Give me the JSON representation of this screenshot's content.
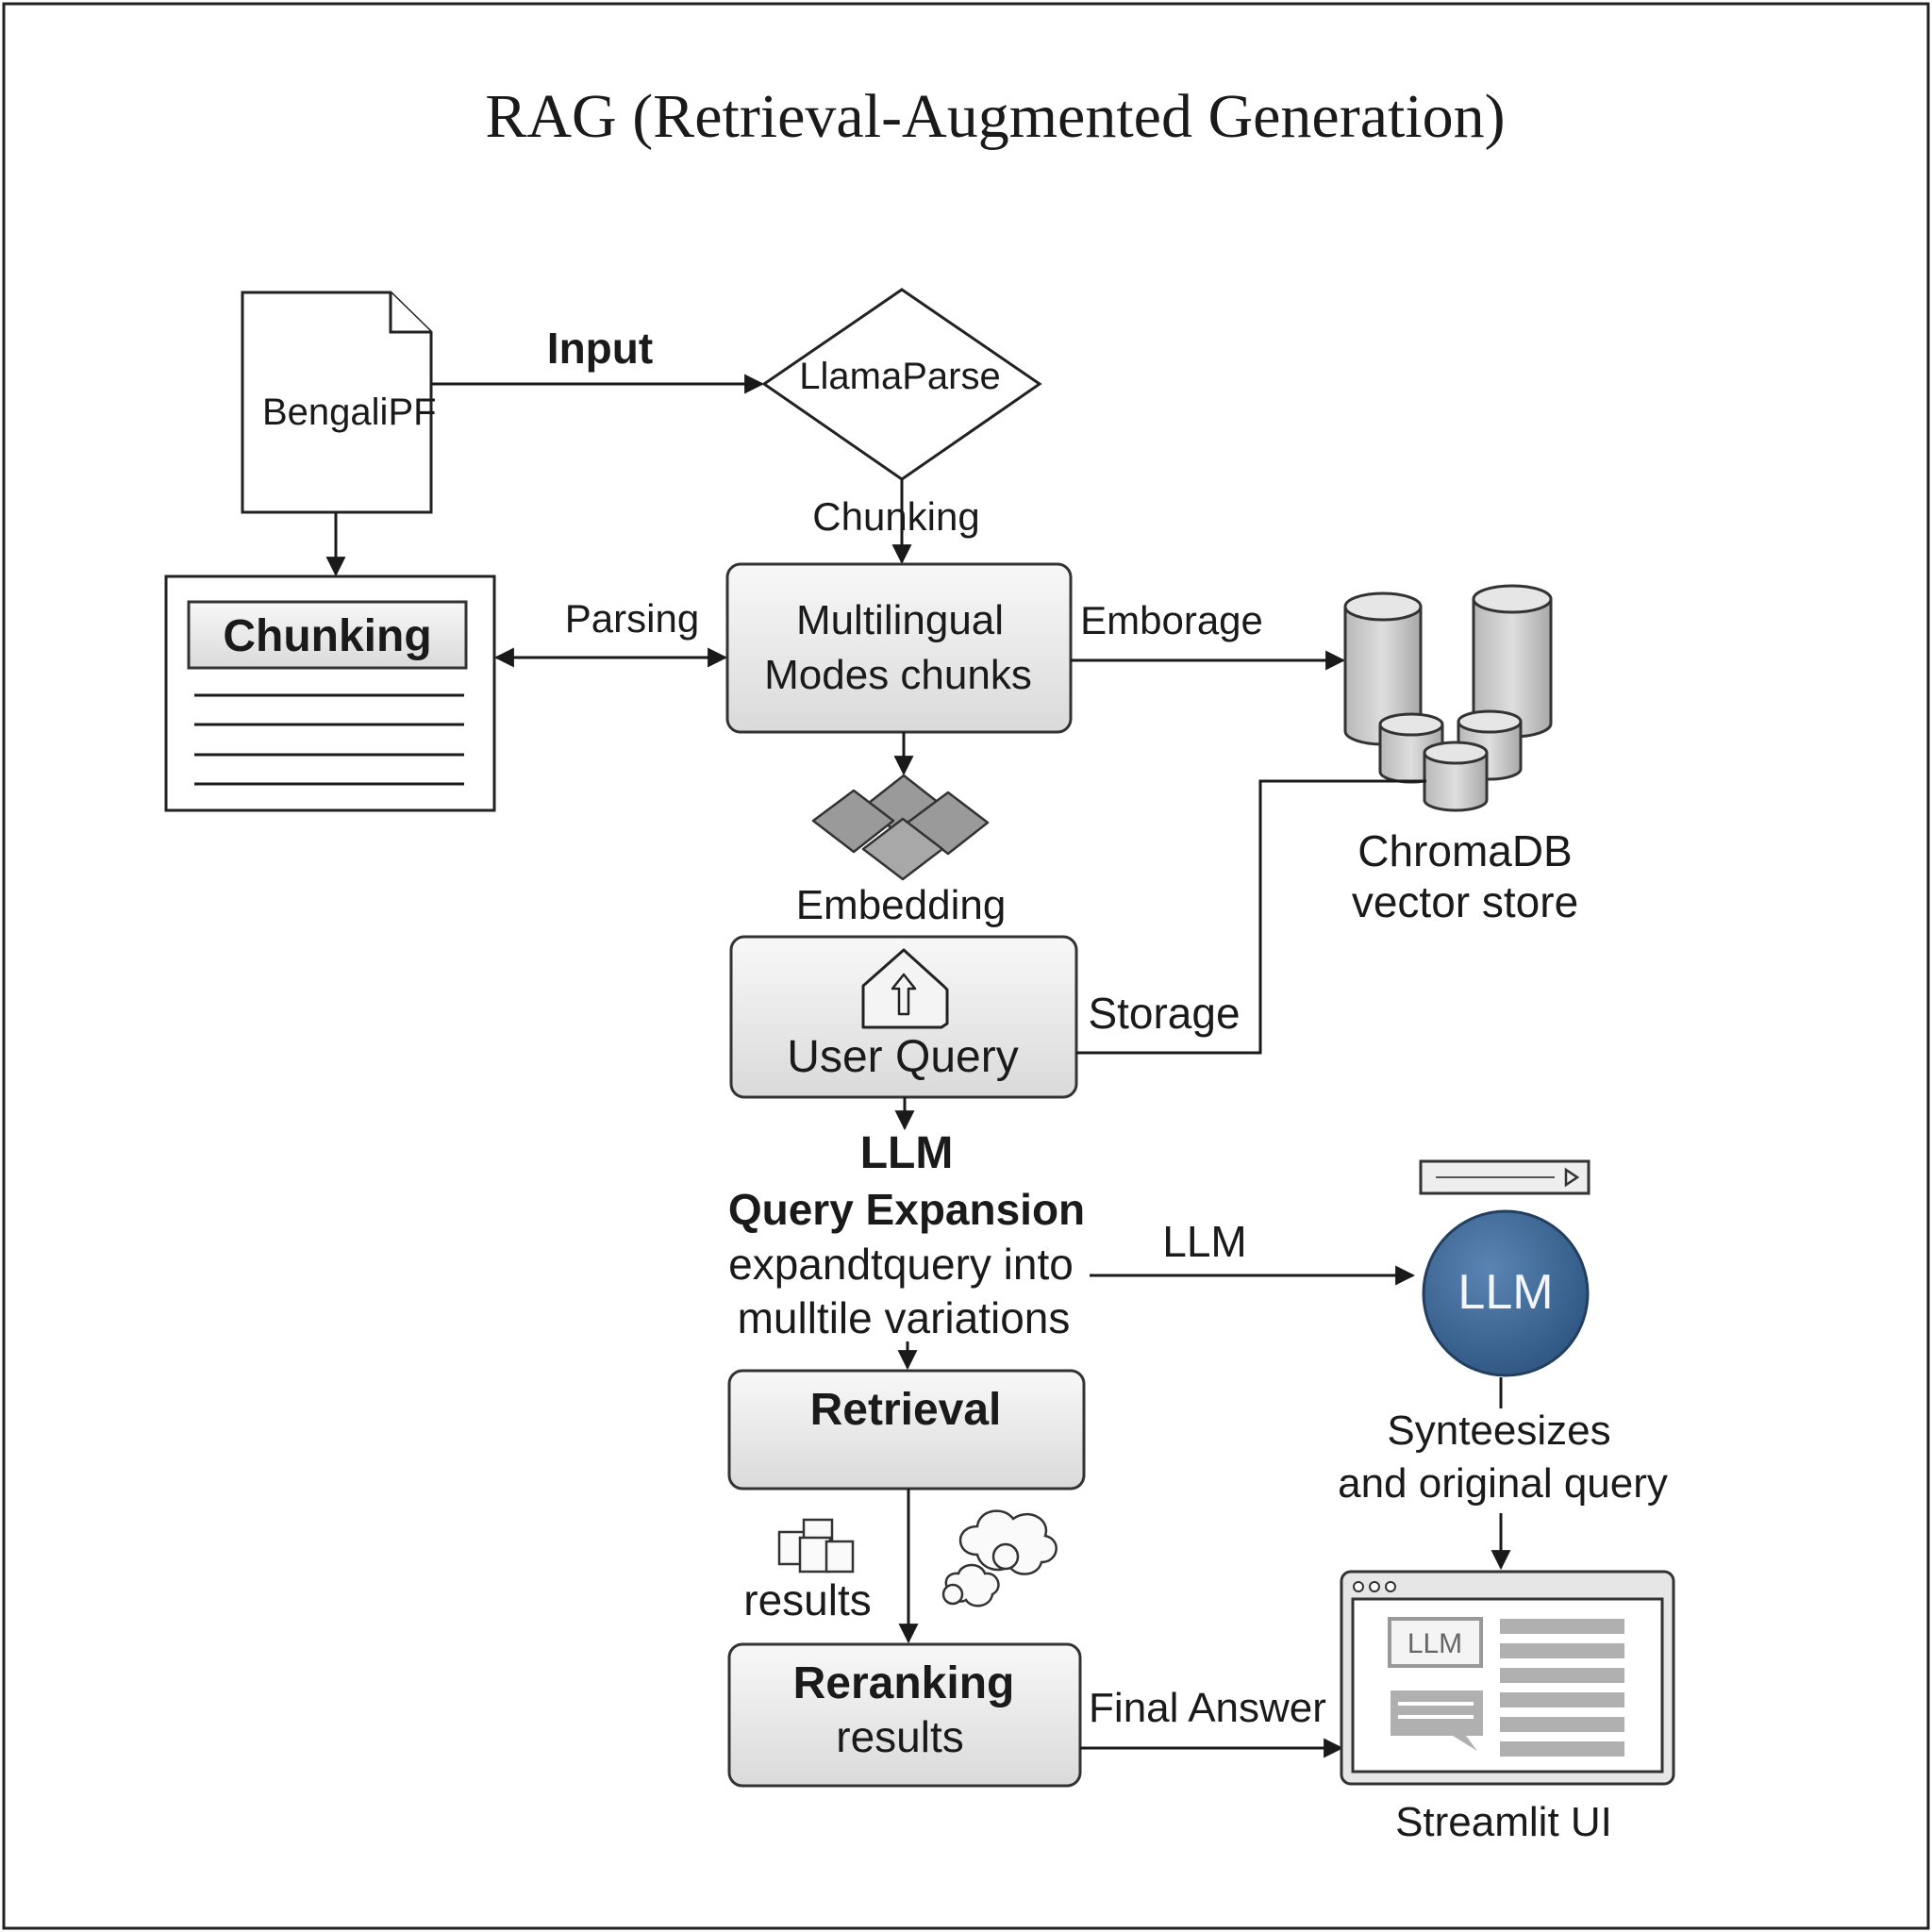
{
  "title": "RAG (Retrieval-Augmented Generation)",
  "nodes": {
    "pdf_label": "BengaliPF",
    "llamaparse": "LlamaParse",
    "chunking_doc_header": "Chunking",
    "multilingual_line1": "Multilingual",
    "multilingual_line2": "Modes chunks",
    "embedding": "Embedding",
    "chromadb_line1": "ChromaDB",
    "chromadb_line2": "vector store",
    "user_query": "User Query",
    "llm_heading": "LLM",
    "query_expansion": "Query Expansion",
    "expand_line1": "expandtquery into",
    "expand_line2": "mulltile variations",
    "retrieval": "Retrieval",
    "results": "results",
    "reranking_line1": "Reranking",
    "reranking_line2": "results",
    "llm_circle": "LLM",
    "synth_line1": "Synteesizes",
    "synth_line2": "and original query",
    "streamlit_label": "Streamlit UI",
    "streamlit_llm_badge": "LLM"
  },
  "edges": {
    "input": "Input",
    "chunking_edge": "Chunking",
    "parsing": "Parsing",
    "emborage": "Emborage",
    "storage": "Storage",
    "llm_edge": "LLM",
    "final_answer": "Final Answer"
  },
  "colors": {
    "llm_circle": "#3f6896",
    "box_fill_top": "#f7f7f7",
    "box_fill_bottom": "#dcdcdc",
    "stroke": "#1a1a1a"
  }
}
